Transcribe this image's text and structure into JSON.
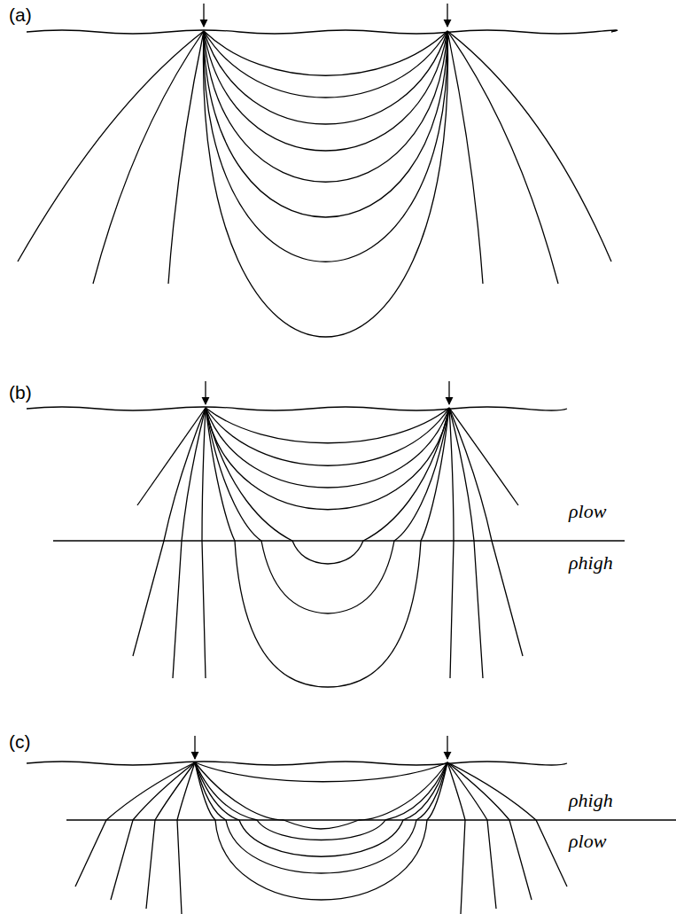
{
  "diagram": {
    "labels": [
      "(a)",
      "(b)",
      "ρlow",
      "ρhigh",
      "(c)",
      "ρhigh",
      "ρlow"
    ]
  }
}
